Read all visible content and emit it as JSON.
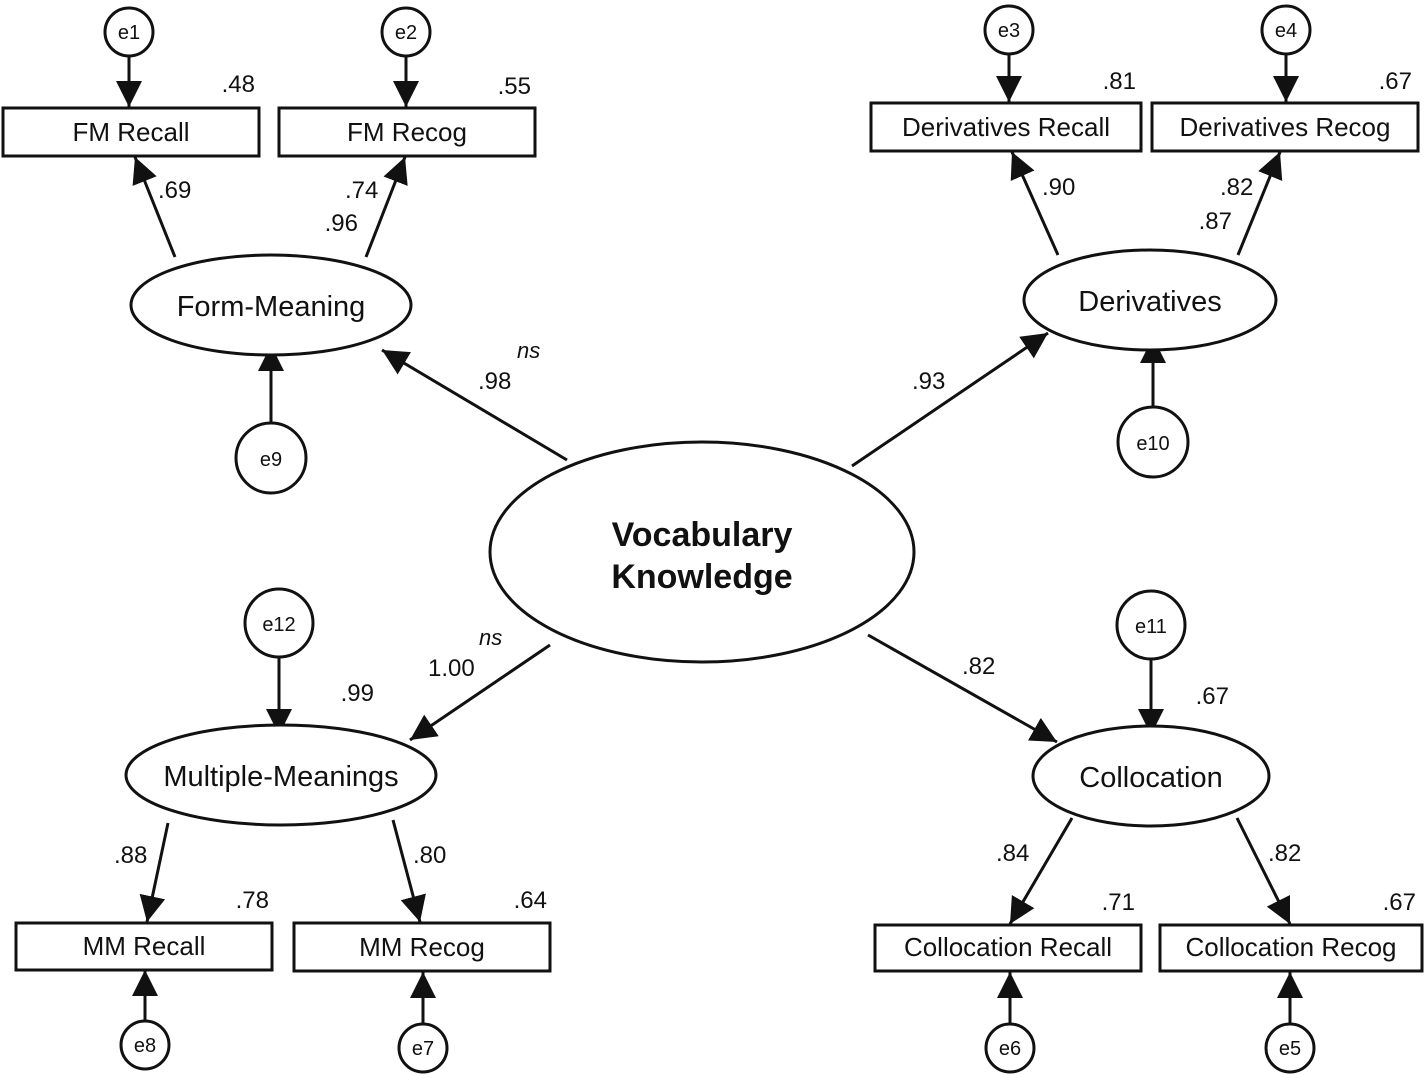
{
  "central": {
    "line1": "Vocabulary",
    "line2": "Knowledge"
  },
  "latents": {
    "form_meaning": "Form-Meaning",
    "derivatives": "Derivatives",
    "multiple_meanings": "Multiple-Meanings",
    "collocation": "Collocation"
  },
  "observed": {
    "fm_recall": "FM Recall",
    "fm_recog": "FM Recog",
    "der_recall": "Derivatives Recall",
    "der_recog": "Derivatives Recog",
    "mm_recall": "MM Recall",
    "mm_recog": "MM Recog",
    "col_recall": "Collocation Recall",
    "col_recog": "Collocation Recog"
  },
  "errors": {
    "e1": "e1",
    "e2": "e2",
    "e3": "e3",
    "e4": "e4",
    "e5": "e5",
    "e6": "e6",
    "e7": "e7",
    "e8": "e8",
    "e9": "e9",
    "e10": "e10",
    "e11": "e11",
    "e12": "e12"
  },
  "r_squared": {
    "fm_recall": ".48",
    "fm_recog": ".55",
    "der_recall": ".81",
    "der_recog": ".67",
    "mm_recall": ".78",
    "mm_recog": ".64",
    "col_recall": ".71",
    "col_recog": ".67",
    "form_meaning": ".96",
    "derivatives": ".87",
    "multiple_meanings": ".99",
    "collocation": ".67"
  },
  "loadings": {
    "fm_recall": ".69",
    "fm_recog": ".74",
    "der_recall": ".90",
    "der_recog": ".82",
    "mm_recall": ".88",
    "mm_recog": ".80",
    "col_recall": ".84",
    "col_recog": ".82"
  },
  "paths": {
    "form_meaning": ".98",
    "derivatives": ".93",
    "multiple_meanings": "1.00",
    "collocation": ".82"
  },
  "significance": {
    "form_meaning": "ns",
    "multiple_meanings": "ns"
  }
}
